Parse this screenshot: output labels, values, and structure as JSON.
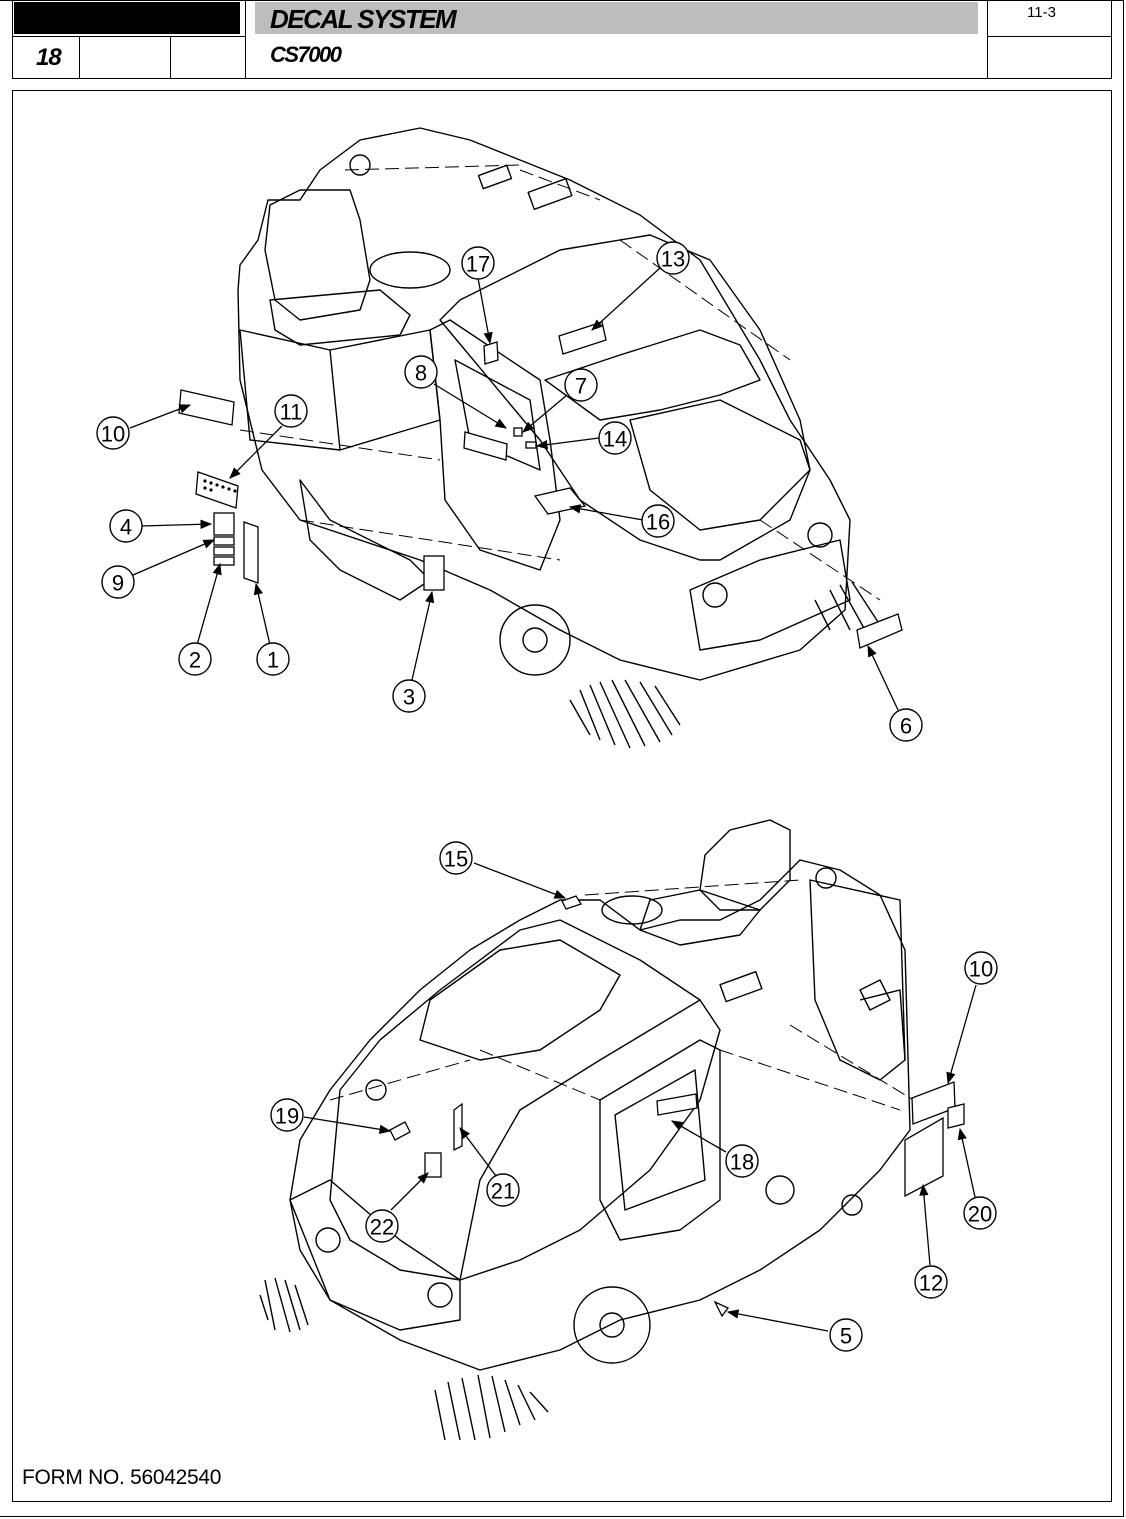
{
  "header": {
    "title": "DECAL SYSTEM",
    "model": "CS7000",
    "page_number": "18",
    "revision": "11-3"
  },
  "footer": {
    "form_number": "FORM NO. 56042540"
  },
  "callouts": {
    "top": [
      "17",
      "13",
      "8",
      "7",
      "10",
      "11",
      "14",
      "16",
      "4",
      "9",
      "2",
      "1",
      "3",
      "6"
    ],
    "bottom": [
      "15",
      "10",
      "19",
      "18",
      "21",
      "22",
      "20",
      "12",
      "5"
    ]
  }
}
